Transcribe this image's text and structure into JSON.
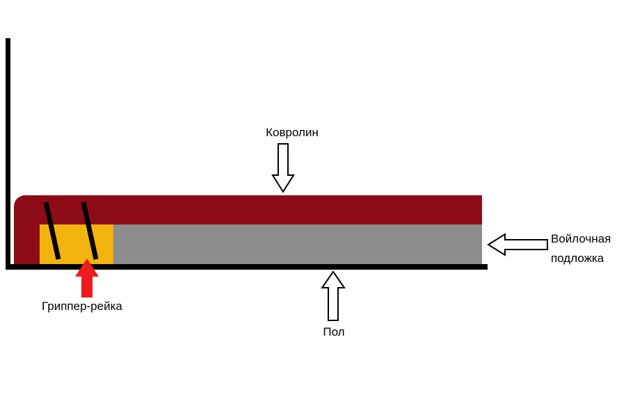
{
  "diagram": {
    "labels": {
      "carpet": "Ковролин",
      "gripper": "Гриппер-рейка",
      "underlay": "Войлочная подложка",
      "floor": "Пол"
    },
    "colors": {
      "background": "#ffffff",
      "carpet_layer": "#8e0c18",
      "gripper_block": "#f2b30d",
      "underlay_layer": "#8d8d8d",
      "structure_lines": "#000000",
      "gripper_pointer_arrow": "#ee1c1c",
      "callout_arrow_fill": "#ffffff",
      "callout_arrow_stroke": "#000000",
      "text": "#000000"
    }
  }
}
